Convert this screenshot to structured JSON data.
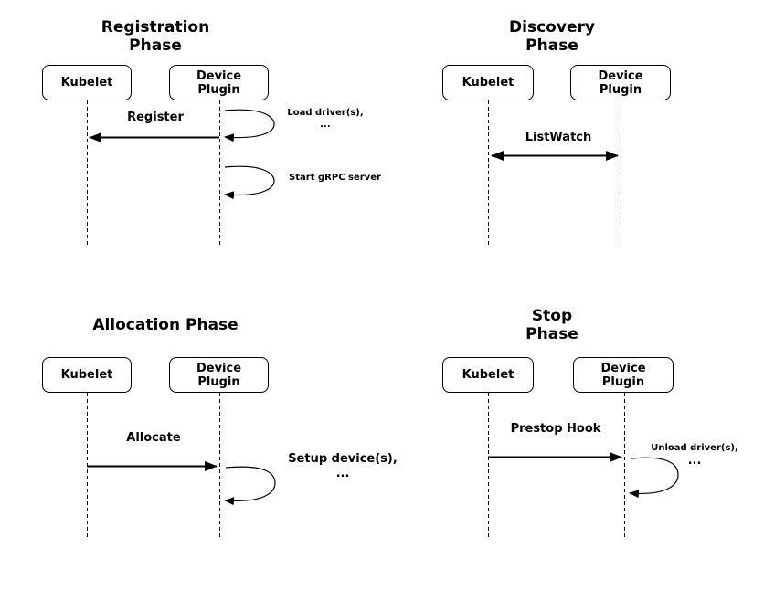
{
  "canvas": {
    "background": "#ffffff",
    "ink": "#000000"
  },
  "panels": {
    "registration": {
      "title": "Registration\nPhase",
      "actor_left": "Kubelet",
      "actor_right": "Device\nPlugin",
      "message_register": "Register",
      "note_load_line1": "Load driver(s),",
      "note_load_line2": "...",
      "note_start_grpc": "Start gRPC server"
    },
    "discovery": {
      "title": "Discovery\nPhase",
      "actor_left": "Kubelet",
      "actor_right": "Device\nPlugin",
      "message_listwatch": "ListWatch"
    },
    "allocation": {
      "title": "Allocation Phase",
      "actor_left": "Kubelet",
      "actor_right": "Device\nPlugin",
      "message_allocate": "Allocate",
      "note_setup_line1": "Setup device(s),",
      "note_setup_line2": "..."
    },
    "stop": {
      "title": "Stop\nPhase",
      "actor_left": "Kubelet",
      "actor_right": "Device\nPlugin",
      "message_prestop": "Prestop Hook",
      "note_unload_line1": "Unload driver(s),",
      "note_unload_line2": "..."
    }
  }
}
